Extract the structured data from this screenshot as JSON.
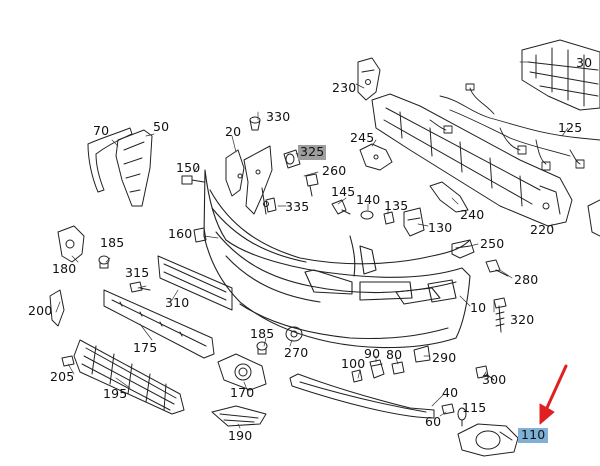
{
  "callouts": {
    "c10": "10",
    "c20": "20",
    "c30": "30",
    "c40": "40",
    "c50": "50",
    "c60": "60",
    "c70": "70",
    "c80": "80",
    "c90": "90",
    "c100": "100",
    "c110": "110",
    "c115": "115",
    "c125": "125",
    "c130": "130",
    "c135": "135",
    "c140": "140",
    "c145": "145",
    "c150": "150",
    "c160": "160",
    "c170": "170",
    "c175": "175",
    "c180": "180",
    "c185a": "185",
    "c185b": "185",
    "c190": "190",
    "c195": "195",
    "c200": "200",
    "c205": "205",
    "c220": "220",
    "c230": "230",
    "c240": "240",
    "c245": "245",
    "c250": "250",
    "c260": "260",
    "c270": "270",
    "c280": "280",
    "c290": "290",
    "c300": "300",
    "c310": "310",
    "c315": "315",
    "c320": "320",
    "c325": "325",
    "c330": "330",
    "c335": "335"
  },
  "highlights": {
    "selected_part": "110",
    "selected_color": "#7fb0d6",
    "secondary_part": "325",
    "secondary_color": "#9e9e9e",
    "arrow_color": "#e02020"
  }
}
